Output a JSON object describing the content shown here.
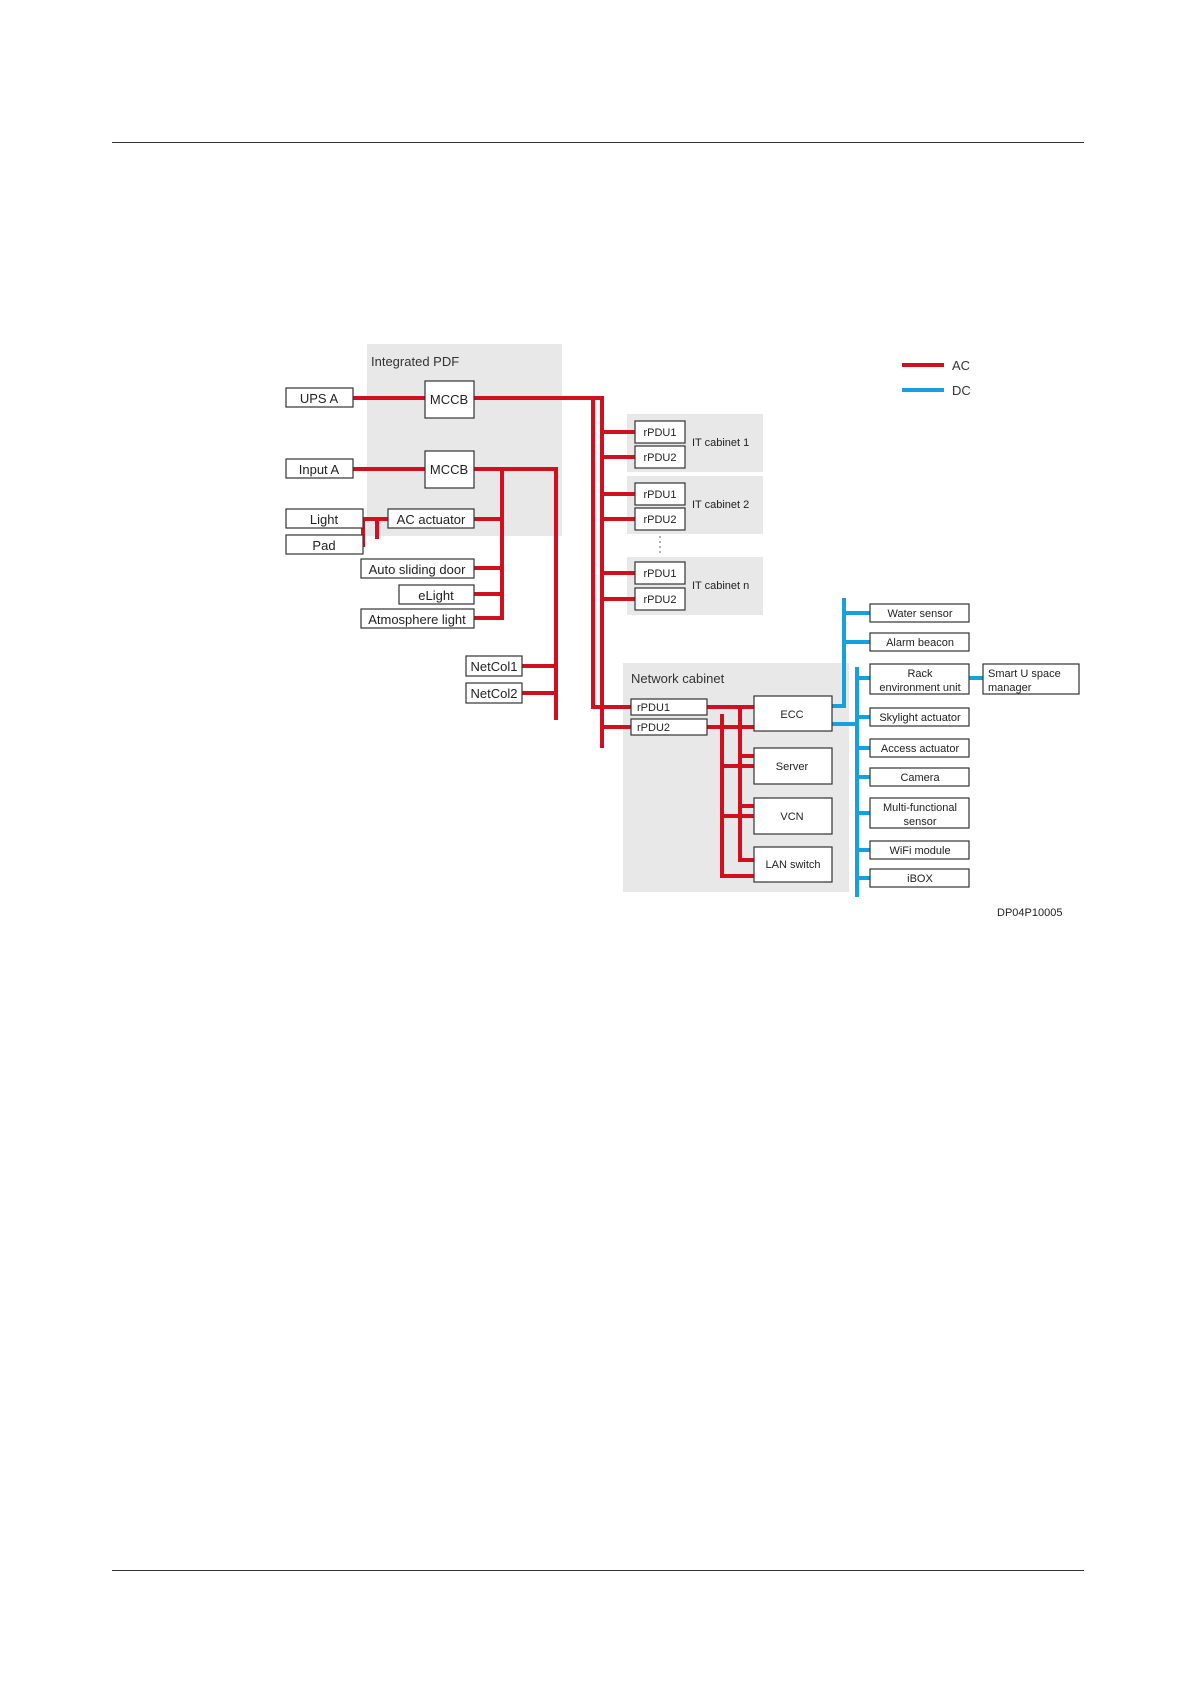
{
  "legend": {
    "ac_label": "AC",
    "dc_label": "DC",
    "ac_color": "#d0101e",
    "dc_color": "#17a0e0"
  },
  "groups": {
    "integrated_pdf": "Integrated PDF",
    "network_cabinet": "Network cabinet"
  },
  "nodes": {
    "ups_a": "UPS A",
    "input_a": "Input A",
    "mccb_1": "MCCB",
    "mccb_2": "MCCB",
    "light": "Light",
    "pad": "Pad",
    "ac_actuator": "AC actuator",
    "auto_sliding_door": "Auto sliding door",
    "elight": "eLight",
    "atmosphere_light": "Atmosphere light",
    "netcol1": "NetCol1",
    "netcol2": "NetCol2",
    "cab1_rpdu1": "rPDU1",
    "cab1_rpdu2": "rPDU2",
    "cab1_label": "IT cabinet 1",
    "cab2_rpdu1": "rPDU1",
    "cab2_rpdu2": "rPDU2",
    "cab2_label": "IT cabinet 2",
    "cabn_rpdu1": "rPDU1",
    "cabn_rpdu2": "rPDU2",
    "cabn_label": "IT cabinet n",
    "net_rpdu1": "rPDU1",
    "net_rpdu2": "rPDU2",
    "ecc": "ECC",
    "server": "Server",
    "vcn": "VCN",
    "lan_switch": "LAN switch",
    "water_sensor": "Water sensor",
    "alarm_beacon": "Alarm beacon",
    "rack_env_line1": "Rack",
    "rack_env_line2": "environment unit",
    "smart_u_line1": "Smart U space",
    "smart_u_line2": "manager",
    "skylight_actuator": "Skylight actuator",
    "access_actuator": "Access actuator",
    "camera": "Camera",
    "multi_line1": "Multi-functional",
    "multi_line2": "sensor",
    "wifi_module": "WiFi module",
    "ibox": "iBOX"
  },
  "figure_id": "DP04P10005"
}
